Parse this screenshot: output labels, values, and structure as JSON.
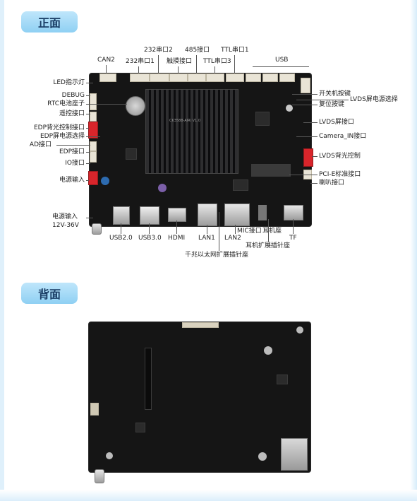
{
  "sections": {
    "front_title": "正面",
    "back_title": "背面"
  },
  "front": {
    "silkscreen": "CK3588-AIRI V1.0",
    "top_labels": {
      "can2": "CAN2",
      "rs232_1": "232串口1",
      "rs232_2": "232串口2",
      "touch": "触摸接口",
      "rs485": "485接口",
      "ttl3": "TTL串口3",
      "ttl1": "TTL串口1",
      "usb": "USB"
    },
    "left_labels": {
      "led": "LED指示灯",
      "debug": "DEBUG",
      "rtc": "RTC电池座子",
      "remote": "遥控接口",
      "edp_backlight": "EDP背光控制接口",
      "edp_power": "EDP屏电源选择",
      "ad": "AD接口",
      "edp": "EDP接口",
      "io": "IO接口",
      "power_in": "电源输入",
      "power_in2": "电源输入",
      "voltage": "12V-36V"
    },
    "right_labels": {
      "power_key": "开关机按键",
      "lvds_power": "LVDS屏电源选择",
      "reset": "复位按键",
      "lvds": "LVDS屏接口",
      "camera": "Camera_IN接口",
      "lvds_backlight": "LVDS背光控制",
      "pcie": "PCI-E标准接口",
      "speaker": "喇叭接口"
    },
    "bottom_labels": {
      "usb20": "USB2.0",
      "usb30": "USB3.0",
      "hdmi": "HDMI",
      "lan1": "LAN1",
      "lan2": "LAN2",
      "mic": "MIC接口",
      "earphone": "耳机座",
      "tf": "TF",
      "earphone_ext": "耳机扩展插针座",
      "gigabit_ext": "千兆以太网扩展插针座"
    }
  },
  "colors": {
    "pill": "#8fd0f3",
    "pill_text": "#1b3e66",
    "pcb": "#151515",
    "connector_red": "#d8252b"
  }
}
